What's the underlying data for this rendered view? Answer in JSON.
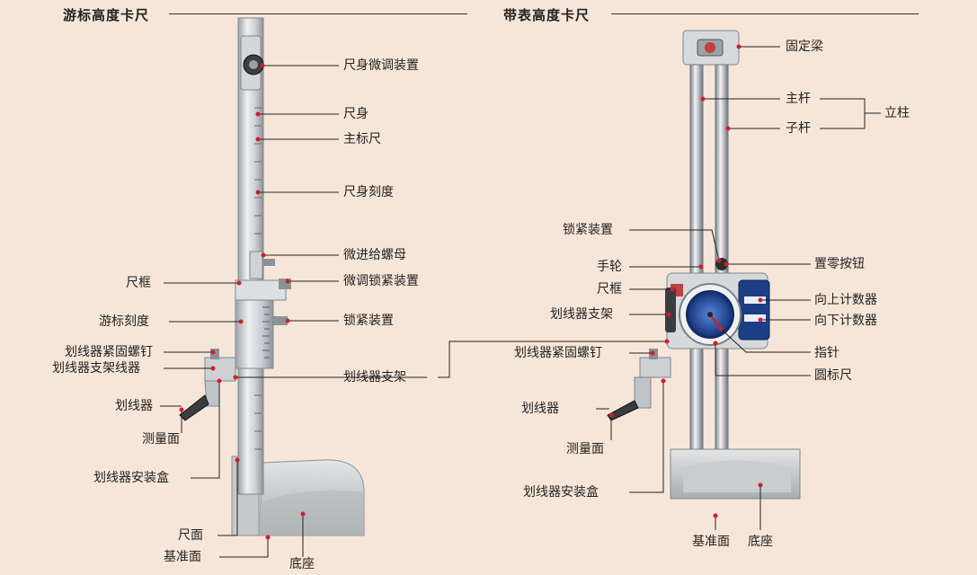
{
  "colors": {
    "background": "#f6e6d9",
    "leader_dot": "#d01e2a",
    "leader_line": "#222222",
    "dial_blue": "#1d3f8a"
  },
  "left_panel": {
    "title": "游标高度卡尺",
    "labels": {
      "fine_adjust_device": "尺身微调装置",
      "beam": "尺身",
      "main_scale": "主标尺",
      "beam_graduation": "尺身刻度",
      "fine_feed_nut": "微进给螺母",
      "fine_lock_device": "微调锁紧装置",
      "slider": "尺框",
      "vernier_scale": "游标刻度",
      "lock_device": "锁紧装置",
      "scriber_clamp_screw": "划线器紧固螺钉",
      "scriber_holder_line": "划线器支架线器",
      "scriber_holder": "划线器支架",
      "scriber": "划线器",
      "measuring_face": "测量面",
      "scriber_case": "划线器安装盒",
      "reference_face": "尺面",
      "base_face": "基准面",
      "base": "底座"
    }
  },
  "right_panel": {
    "title": "带表高度卡尺",
    "labels": {
      "fixed_beam": "固定梁",
      "main_rod": "主杆",
      "sub_rod": "子杆",
      "column": "立柱",
      "lock_device": "锁紧装置",
      "handwheel": "手轮",
      "slider": "尺框",
      "scriber_holder": "划线器支架",
      "zero_button": "置零按钮",
      "up_counter": "向上计数器",
      "down_counter": "向下计数器",
      "scriber_clamp_screw": "划线器紧固螺钉",
      "pointer": "指针",
      "dial_scale": "圆标尺",
      "scriber": "划线器",
      "measuring_face": "测量面",
      "scriber_case": "划线器安装盒",
      "base_face": "基准面",
      "base": "底座"
    }
  }
}
